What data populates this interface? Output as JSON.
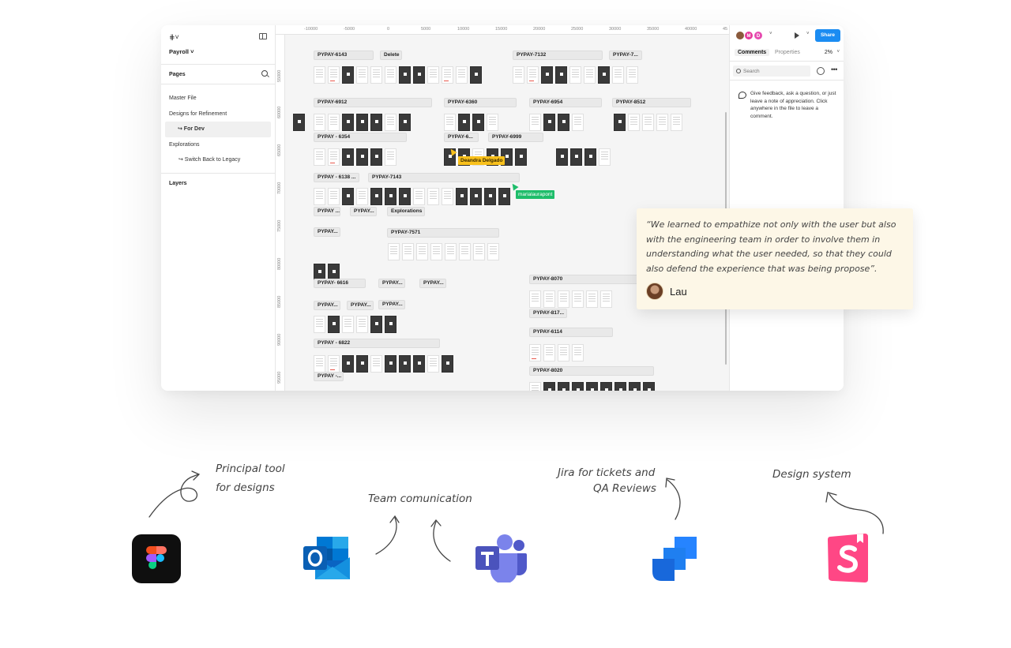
{
  "window": {
    "left_panel": {
      "file_name": "Payroll ˅",
      "pages_title": "Pages",
      "pages": [
        {
          "label": "Master File"
        },
        {
          "label": "Designs for Refinement"
        },
        {
          "label": "↪ For Dev"
        },
        {
          "label": "Explorations"
        },
        {
          "label": "↪ Switch Back to Legacy"
        }
      ],
      "layers_title": "Layers"
    },
    "rulers": {
      "top": [
        "-10000",
        "-5000",
        "0",
        "5000",
        "10000",
        "15000",
        "20000",
        "25000",
        "30000",
        "35000",
        "40000",
        "45"
      ],
      "left": [
        "55000",
        "60000",
        "65000",
        "70000",
        "75000",
        "80000",
        "85000",
        "90000",
        "95000"
      ]
    },
    "frames": [
      "PYPAY-6143",
      "Delete",
      "PYPAY-7132",
      "PYPAY-7...",
      "PYPAY-6912",
      "PYPAY-6360",
      "PYPAY-6954",
      "PYPAY-8512",
      "PYPAY - 6354",
      "PYPAY-6...",
      "PYPAY-6999",
      "PYPAY - 6138 ...",
      "PYPAY-7143",
      "PYPAY ...",
      "PYPAY...",
      "Explorations",
      "PYPAY...",
      "PYPAY-7571",
      "PYPAY- 6616",
      "PYPAY...",
      "PYPAY...",
      "PYPAY...",
      "PYPAY...",
      "PYPAY...",
      "PYPAY - 6822",
      "PYPAY -...",
      "PYPAY-8070",
      "PYPAY-817...",
      "PYPAY-6114",
      "PYPAY-8020"
    ],
    "cursors": [
      {
        "name": "Deandra Delgado",
        "color": "#f9c11c"
      },
      {
        "name": "marialaurapont",
        "color": "#1ebd6a"
      }
    ],
    "right_panel": {
      "avatars": [
        {
          "initial": "",
          "color": "#8a5a3c"
        },
        {
          "initial": "M",
          "color": "#e5399b"
        },
        {
          "initial": "D",
          "color": "#e64bb0"
        }
      ],
      "share_label": "Share",
      "tabs": [
        {
          "label": "Comments"
        },
        {
          "label": "Properties"
        }
      ],
      "zoom": "2%",
      "search_placeholder": "Search",
      "empty_message": "Give feedback, ask a question, or just leave a note of appreciation. Click anywhere in the file to leave a comment."
    }
  },
  "testimonial": {
    "quote": "“We learned to empathize not only with the user but also with the engineering team in order to involve them in understanding what the user needed, so that they could also defend the experience that was being propose”.",
    "author": "Lau"
  },
  "tools": {
    "notes": {
      "figma_line1": "Principal tool",
      "figma_line2": "for designs",
      "team": "Team comunication",
      "jira_line1": "Jira for tickets and",
      "jira_line2": "QA Reviews",
      "design_system": "Design system"
    },
    "icons": [
      {
        "name": "figma-icon",
        "color": "#0f0f0f"
      },
      {
        "name": "outlook-icon",
        "color": "#0a64c2"
      },
      {
        "name": "teams-icon",
        "color": "#5059c9"
      },
      {
        "name": "jira-icon",
        "color": "#1f7ff0"
      },
      {
        "name": "storybook-icon",
        "color": "#ff4785"
      }
    ]
  }
}
